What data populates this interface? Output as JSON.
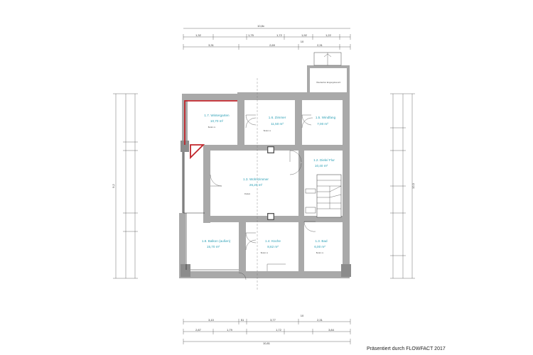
{
  "rooms": {
    "wintergarten": {
      "name": "1.7. Wintergarten",
      "area": "10,70 m²",
      "tag": "Boden m"
    },
    "zimmer": {
      "name": "1.6. Zimmer",
      "area": "11,50 m²",
      "tag": "Boden m"
    },
    "windfang": {
      "name": "1.5. Windfang",
      "area": "7,00 m²"
    },
    "wohnzimmer": {
      "name": "1.3. Wohnzimmer",
      "area": "26,20 m²",
      "tag": "Parkett"
    },
    "diele": {
      "name": "1.2. Diele/ Flur",
      "area": "10,40 m²"
    },
    "balkon": {
      "name": "1.8. Balkon (außen)",
      "area": "15,70 m²"
    },
    "kueche": {
      "name": "1.4. Küche",
      "area": "8,62 m²",
      "tag": "Boden m"
    },
    "bad": {
      "name": "1.3. Bad",
      "area": "6,00 m²",
      "tag": "Boden m"
    },
    "eingang": {
      "name": "Überdachter Eingangsbereich"
    }
  },
  "dimensions": {
    "top_total": "10,8x",
    "top_row1": [
      "1,32",
      "1,75",
      "1,72",
      "1,92",
      "1,22"
    ],
    "top_row2": [
      "3,31",
      "2,69",
      "2,31"
    ],
    "top_small": "10",
    "left_total": "9,2",
    "right_total": "12,0",
    "bottom_row1": [
      "3,10",
      "51",
      "3,77",
      "2,31"
    ],
    "bottom_small": "10",
    "bottom_row2": [
      "2,87",
      "1,79",
      "1,72",
      "3,84"
    ],
    "bottom_total": "10,81"
  },
  "credit": "Präsentiert durch FLOWFACT 2017",
  "colors": {
    "label": "#2a9fb5",
    "wall": "#a9a9a9",
    "highlight": "#c0242a"
  }
}
